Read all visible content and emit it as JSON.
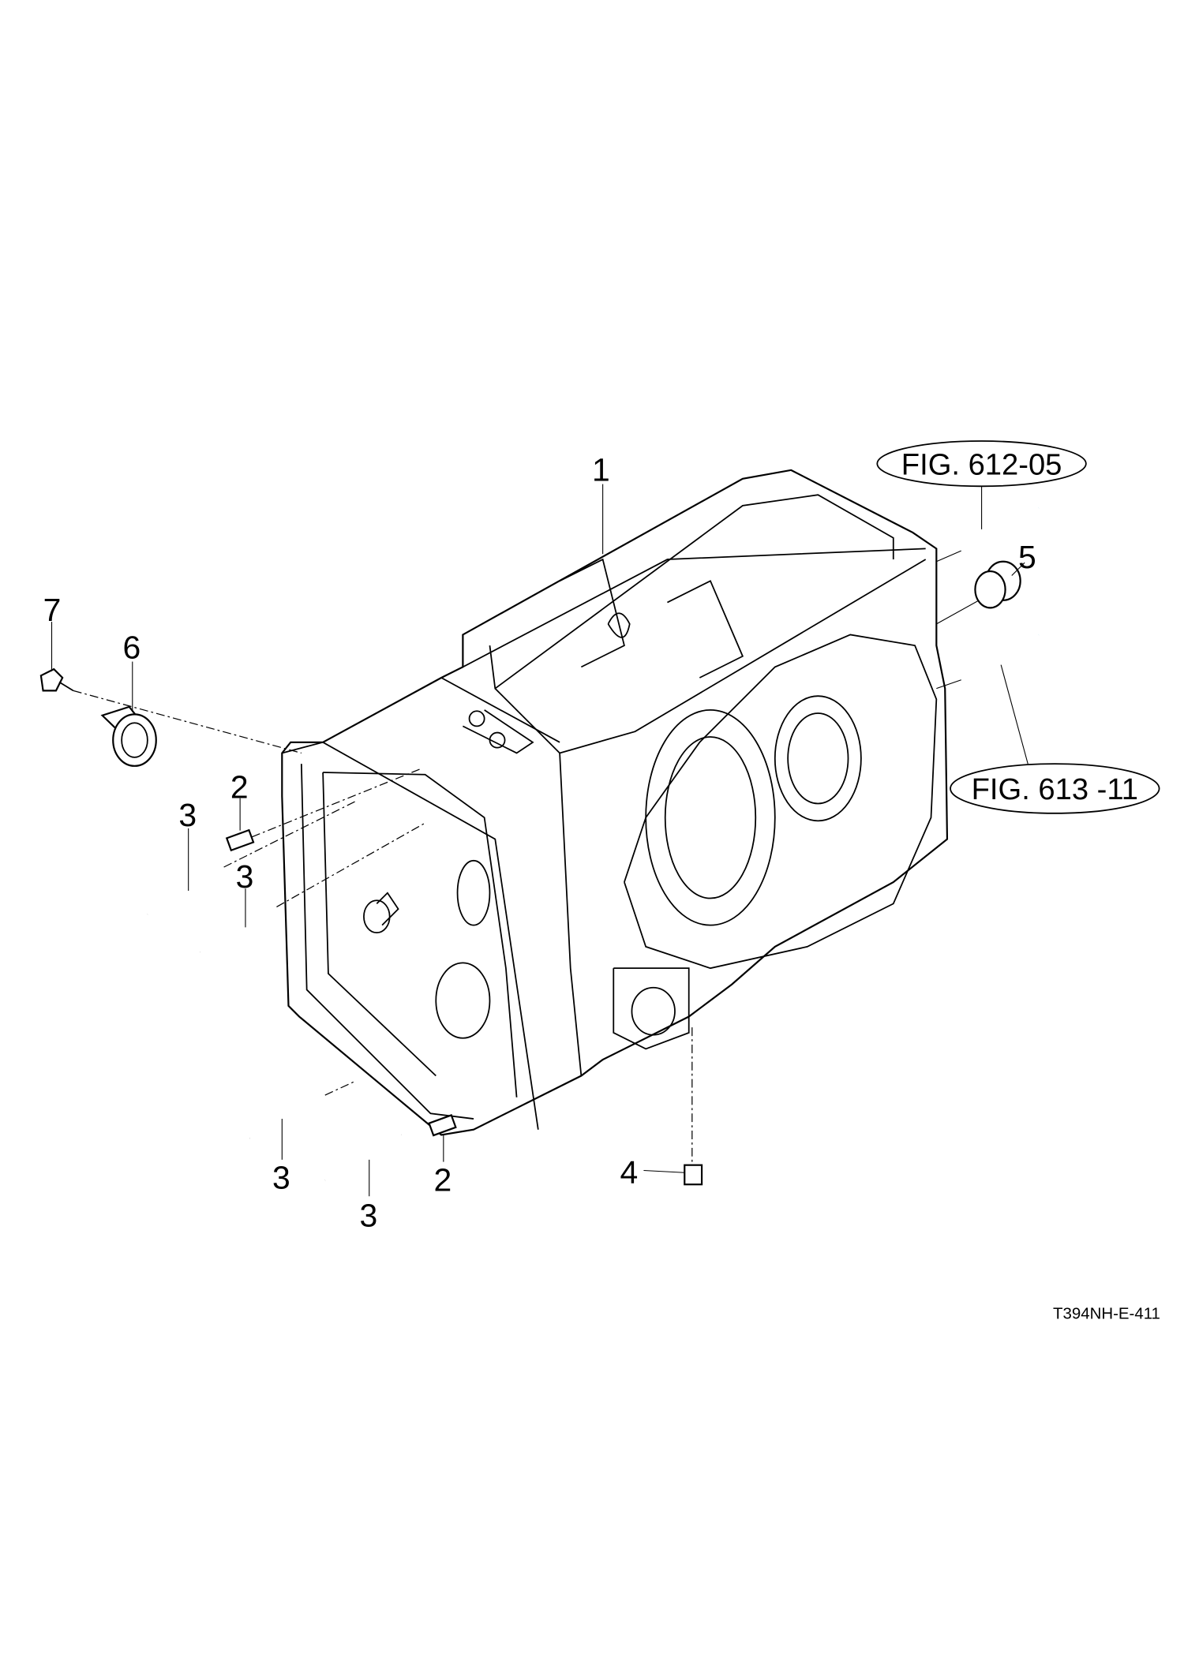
{
  "diagram": {
    "callouts": {
      "housing": "1",
      "pin_top": "2",
      "pin_bottom": "2",
      "stud_a": "3",
      "stud_b": "3",
      "stud_c": "3",
      "stud_d": "3",
      "plug": "4",
      "cap": "5",
      "cover": "6",
      "bolt": "7"
    },
    "references": {
      "fig_a": "FIG. 612-05",
      "fig_b": "FIG. 613 -11"
    },
    "drawing_code": "T394NH-E-411",
    "colors": {
      "reference_part": "#29a8e0",
      "line": "#000000"
    }
  }
}
